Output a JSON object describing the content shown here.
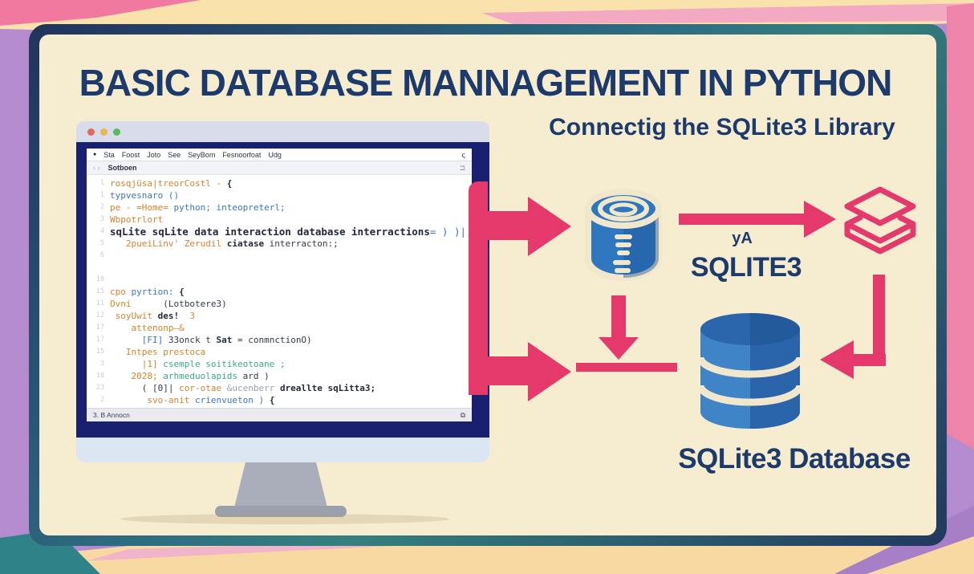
{
  "colors": {
    "accent_pink": "#e5386b",
    "navy_text": "#1d3a6d",
    "card_bg": "#f6ecd0",
    "monitor_frame": "#1a2070",
    "icon_blue": "#2e77bf"
  },
  "header": {
    "title": "BASIC DATABASE MANNAGEMENT IN PYTHON",
    "subtitle": "Connectig the SQLite3 Library"
  },
  "editor": {
    "menu_items": [
      "Sta",
      "Foost",
      "Joto",
      "See",
      "SeyBom",
      "Fesnoorfoat",
      "Udg"
    ],
    "icons": {
      "app": "●",
      "menu_right": "ς",
      "nav": "‹ ›",
      "tab_right": "⊐",
      "status_right": "⧉"
    },
    "tab_title": "Sotboen",
    "status_left": "3. B Annocn",
    "code_lines": [
      {
        "n": "1",
        "segs": [
          [
            "rosqjüsa|treorCostl - ",
            "o"
          ],
          [
            "{",
            "db"
          ]
        ]
      },
      {
        "n": "1",
        "segs": [
          [
            "typvesnaro ()",
            "b"
          ]
        ]
      },
      {
        "n": "2",
        "segs": [
          [
            "pe - =Home= ",
            "o"
          ],
          [
            "python; inteopreterl;",
            "b"
          ]
        ]
      },
      {
        "n": "3",
        "segs": [
          [
            "Wbpotrlort",
            "o"
          ]
        ]
      },
      {
        "n": "4",
        "lg": true,
        "segs": [
          [
            "sqLite sqLite data interaction database interractions",
            "db"
          ],
          [
            "= ) )|;",
            "b"
          ]
        ]
      },
      {
        "n": "5",
        "segs": [
          [
            "   2pueiLinv' Zerudil ",
            "o"
          ],
          [
            "ciatase",
            "db"
          ],
          [
            " interracton:;",
            "d"
          ]
        ]
      },
      {
        "n": "6",
        "segs": []
      },
      {
        "n": "",
        "segs": []
      },
      {
        "n": "10",
        "segs": []
      },
      {
        "n": "15",
        "segs": [
          [
            "cpo ",
            "o"
          ],
          [
            "pyrtion:",
            "b"
          ],
          [
            " {",
            "db"
          ]
        ]
      },
      {
        "n": "11",
        "segs": [
          [
            "Ovni",
            "o"
          ],
          [
            "      (Lotbotere3)",
            "d"
          ]
        ]
      },
      {
        "n": "12",
        "segs": [
          [
            " soyUwit ",
            "o"
          ],
          [
            "des!",
            "db"
          ],
          [
            "  3",
            "o"
          ]
        ]
      },
      {
        "n": "17",
        "segs": [
          [
            "    attenonp—&",
            "o"
          ]
        ]
      },
      {
        "n": "17",
        "segs": [
          [
            "      [FI] ",
            "b"
          ],
          [
            "33onck t ",
            "d"
          ],
          [
            "Sat",
            "db"
          ],
          [
            " = conmnctionO)",
            "d"
          ]
        ]
      },
      {
        "n": "15",
        "segs": [
          [
            "   Intpes prestoca",
            "o"
          ]
        ]
      },
      {
        "n": "3",
        "segs": [
          [
            "      |1] ",
            "o"
          ],
          [
            "csemple soitikeotoane ;",
            "g"
          ]
        ]
      },
      {
        "n": "18",
        "segs": [
          [
            "    2028; ",
            "o"
          ],
          [
            "arhmeduolapids ",
            "g"
          ],
          [
            "ard )",
            "d"
          ]
        ]
      },
      {
        "n": "23",
        "segs": [
          [
            "      ( [0]| ",
            "d"
          ],
          [
            "cor-otae ",
            "o"
          ],
          [
            "&ucenberr ",
            "gr"
          ],
          [
            "dreallte sqLitta3;",
            "db"
          ]
        ]
      },
      {
        "n": "2",
        "segs": [
          [
            "       svo-anit ",
            "o"
          ],
          [
            "crienvueton ) ",
            "b"
          ],
          [
            "{",
            "db"
          ]
        ]
      }
    ]
  },
  "flow": {
    "stage_label_small": "yA",
    "stage_label": "SQLITE3",
    "database_label": "SQLite3 Database"
  }
}
